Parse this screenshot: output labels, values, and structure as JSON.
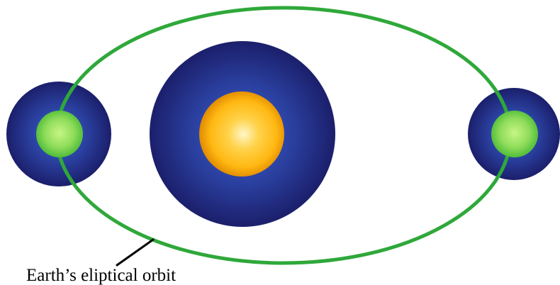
{
  "diagram": {
    "caption": "Earth’s eliptical orbit",
    "colors": {
      "orbit": "#2fa83a",
      "halo_inner": "#2a4bb0",
      "halo_outer": "#1b1f6b",
      "sun_core": "#fff6c8",
      "sun_mid": "#ffc21a",
      "sun_edge": "#e08a00",
      "earth_core": "#b9f07a",
      "earth_edge": "#4fbd3a"
    },
    "objects": [
      "sun",
      "earth-left",
      "earth-right"
    ]
  }
}
